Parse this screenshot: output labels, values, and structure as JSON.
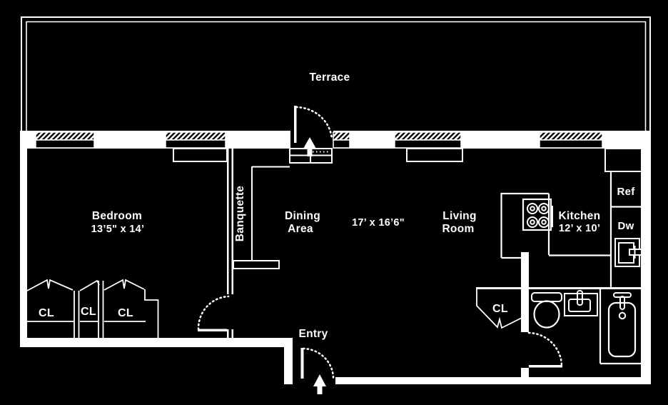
{
  "plan": {
    "type": "apartment-floor-plan",
    "colors": {
      "background": "#000000",
      "lines": "#ffffff"
    },
    "rooms": {
      "terrace": {
        "label": "Terrace"
      },
      "bedroom": {
        "label": "Bedroom",
        "dims": "13’5\" x 14’"
      },
      "dining": {
        "line1": "Dining",
        "line2": "Area"
      },
      "living": {
        "line1": "Living",
        "line2": "Room"
      },
      "main_area_dims": "17’ x 16’6\"",
      "kitchen": {
        "label": "Kitchen",
        "dims": "12’ x 10’"
      },
      "entry": {
        "label": "Entry"
      },
      "banquette": {
        "label": "Banquette"
      }
    },
    "appliances": {
      "refrigerator": "Ref",
      "dishwasher": "Dw"
    },
    "closets": [
      "CL",
      "CL",
      "CL",
      "CL"
    ]
  }
}
